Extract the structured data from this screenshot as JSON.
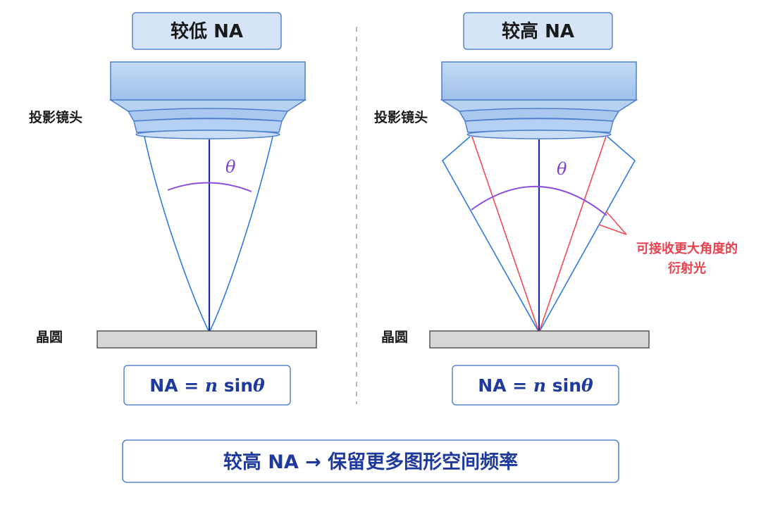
{
  "left_panel": {
    "title": "较低 NA",
    "lens_label": "投影镜头",
    "wafer_label": "晶圆",
    "angle_symbol": "θ",
    "formula": {
      "prefix": "NA = ",
      "n": "n",
      "sin": " sin",
      "theta": "θ"
    }
  },
  "right_panel": {
    "title": "较高 NA",
    "lens_label": "投影镜头",
    "wafer_label": "晶圆",
    "angle_symbol": "θ",
    "formula": {
      "prefix": "NA = ",
      "n": "n",
      "sin": " sin",
      "theta": "θ"
    },
    "annotation": {
      "line1": "可接收更大角度的",
      "line2": "衍射光"
    }
  },
  "bottom_banner": {
    "text": "较高 NA → 保留更多图形空间频率"
  },
  "colors": {
    "box_fill": "#d6e4f7",
    "box_border": "#5b86d0",
    "lens_fill": "#a9c8ee",
    "cone_blue": "#2f7be0",
    "axis_navy": "#1a2f9e",
    "diffraction_red": "#ef4c5a",
    "angle_purple": "#8f4fd9",
    "wafer_fill": "#d7d7d7",
    "title_navy": "#1f3a9e"
  },
  "icons": {
    "separator": "dashed-divider"
  }
}
